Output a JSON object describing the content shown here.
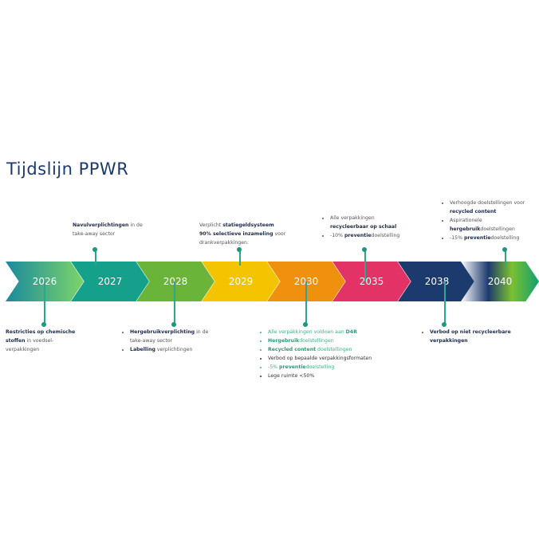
{
  "title": "Tijdslijn PPWR",
  "years": [
    "2026",
    "2027",
    "2028",
    "2029",
    "2030",
    "2035",
    "2038",
    "2040"
  ],
  "colors": {
    "2027": "#14a08a",
    "2028": "#6ab43a",
    "2029": "#f5c400",
    "2030": "#f0900f",
    "2035": "#e23266",
    "2038": "#1d3a6e"
  },
  "notes": {
    "y2026": {
      "b1": "Restricties op chemische stoffen",
      "t1": " in voedsel-verpakkingen"
    },
    "y2027": {
      "b1": "Navulverplichtingen",
      "t1": " in de take-away sector"
    },
    "y2028": {
      "b1": "Hergebruikverplichting",
      "t1": " in de take-away sector",
      "b2": "Labelling",
      "t2": " verplichtingen"
    },
    "y2029": {
      "t0": "Verplicht ",
      "b1": "statiegeldsysteem",
      "b2": "90% selectieve inzameling",
      "t2": " voor drankverpakkingen."
    },
    "y2030": {
      "t1": "Alle verpakkingen voldoen aan ",
      "b1": "D4R",
      "b2": "Hergebruik",
      "t2": "doelstellingen",
      "b3": "Recycled content",
      "t3": " doelstellingen",
      "t4": "Verbod op bepaalde verpakkingsformaten",
      "t5a": "-5% ",
      "b5": "preventie",
      "t5": "doelstelling",
      "t6": "Lege ruimte <50%"
    },
    "y2035": {
      "t1": "Alle verpakkingen ",
      "b1": "recycleerbaar op schaal",
      "t2a": "-10% ",
      "b2": "preventie",
      "t2": "doelstelling"
    },
    "y2038": {
      "b1": "Verbod op niet recycleerbare verpakkingen"
    },
    "y2040": {
      "t1": "Verhoogde doelstellingen voor ",
      "b1": "recycled content",
      "t2": "Aspirationele ",
      "b2": "hergebruik",
      "t2b": "doelstellingen",
      "t3a": "-15% ",
      "b3": "preventie",
      "t3": "doelstelling"
    }
  }
}
